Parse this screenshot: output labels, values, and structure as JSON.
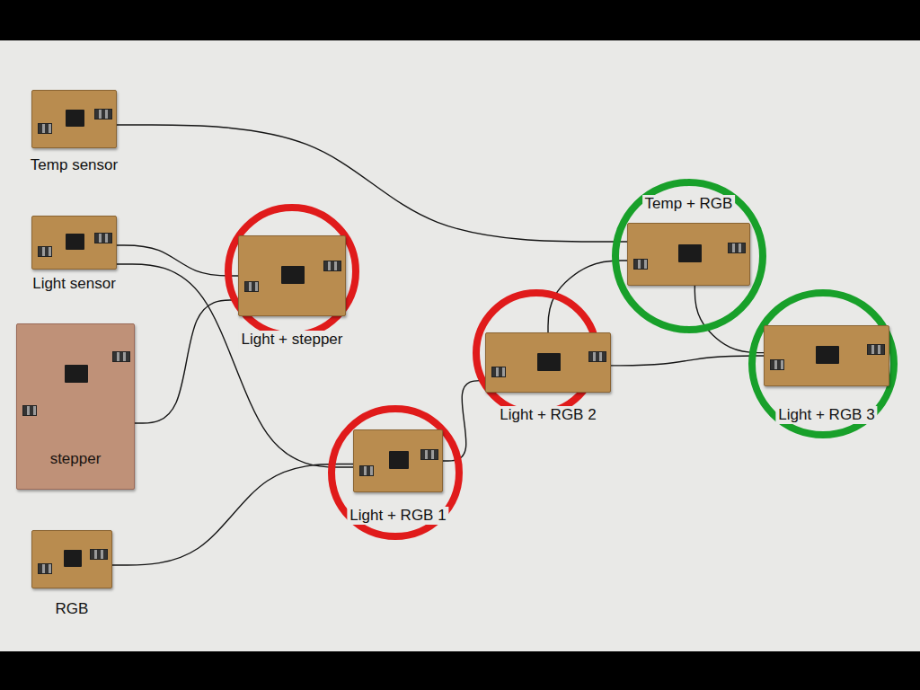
{
  "diagram": {
    "nodes": [
      {
        "text": [
          "Temp sensor"
        ]
      },
      {
        "text": [
          "Light sensor"
        ]
      },
      {
        "text": [
          "stepper"
        ]
      },
      {
        "text": [
          "RGB"
        ]
      },
      {
        "text": [
          "Light + stepper"
        ]
      },
      {
        "text": [
          "Light + RGB 1"
        ]
      },
      {
        "text": [
          "Light + RGB 2"
        ]
      },
      {
        "text": [
          "Temp + RGB"
        ]
      },
      {
        "text": [
          "Light + RGB 3"
        ]
      }
    ],
    "edges": [
      {
        "from": 0,
        "to": 7,
        "arrow": "none"
      },
      {
        "from": 1,
        "to": 4,
        "arrow": "none"
      },
      {
        "from": 1,
        "to": 5,
        "arrow": "none"
      },
      {
        "from": 2,
        "to": 4,
        "arrow": "none"
      },
      {
        "from": 3,
        "to": 5,
        "arrow": "none"
      },
      {
        "from": 5,
        "to": 6,
        "arrow": "none"
      },
      {
        "from": 6,
        "to": 7,
        "arrow": "none"
      },
      {
        "from": 6,
        "to": 8,
        "arrow": "none"
      },
      {
        "from": 7,
        "to": 8,
        "arrow": "none"
      }
    ]
  }
}
